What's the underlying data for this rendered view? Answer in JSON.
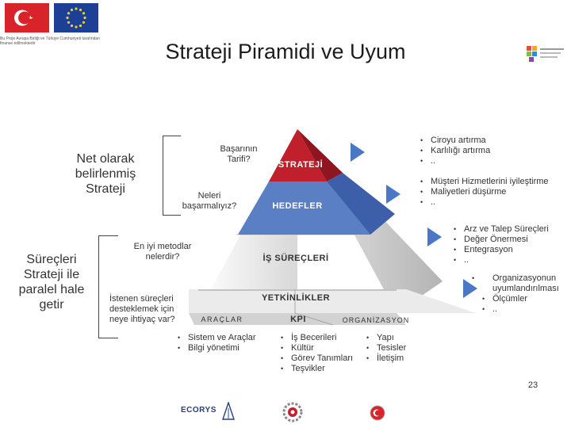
{
  "title": "Strateji Piramidi ve Uyum",
  "caption": "Bu Proje Avrupa Birliği ve Türkiye Cumhuriyeti tarafından finanse edilmektedir",
  "left_labels": {
    "strategy": [
      "Net olarak",
      "belirlenmiş",
      "Strateji"
    ],
    "processes": [
      "Süreçleri",
      "Strateji ile",
      "paralel hale",
      "getir"
    ]
  },
  "questions": {
    "definition": [
      "Başarının",
      "Tarifi?"
    ],
    "how": [
      "Neleri",
      "başarmalıyız?"
    ],
    "best_methods": [
      "En iyi metodlar",
      "nelerdir?"
    ],
    "support": [
      "İstenen süreçleri",
      "desteklemek için",
      "neye ihtiyaç var?"
    ]
  },
  "pyramid": {
    "strategy": "STRATEJİ",
    "targets": "HEDEFLER",
    "processes": "İŞ SÜREÇLERİ",
    "competencies": "YETKİNLİKLER",
    "tools": "ARAÇLAR",
    "kpi": "KPI",
    "organization": "ORGANİZASYON"
  },
  "bullets": {
    "strategy": [
      "Ciroyu artırma",
      "Karlılığı artırma",
      ".."
    ],
    "targets": [
      "Müşteri Hizmetlerini iyileştirme",
      "Maliyetleri düşürme",
      ".."
    ],
    "processes": [
      "Arz ve Talep Süreçleri",
      "Değer Önermesi",
      "Entegrasyon",
      ".."
    ],
    "competencies": [
      "Organizasyonun uyumlandırılması",
      "Ölçümler",
      ".."
    ],
    "tools": [
      "Sistem ve Araçlar",
      "Bilgi yönetimi"
    ],
    "kpi": [
      "İş Becerileri",
      "Kültür",
      "Görev Tanımları",
      "Teşvikler"
    ],
    "organization": [
      "Yapı",
      "Tesisler",
      "İletişim"
    ]
  },
  "footer": {
    "logo_left": "ECORYS",
    "page": "23"
  },
  "colors": {
    "red": "#c0202c",
    "blue": "#5b7fc4",
    "arrow": "#4a78c7",
    "gray": "#dcdcdc"
  }
}
